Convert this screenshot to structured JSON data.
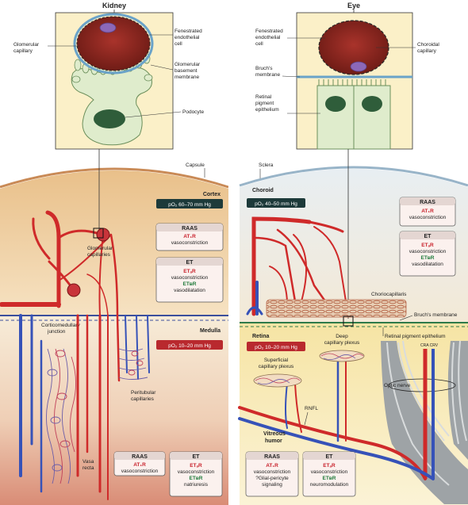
{
  "panels": {
    "kidney": {
      "title": "Kidney",
      "inset_labels": {
        "glomerular_capillary": [
          "Glomerular",
          "capillary"
        ],
        "fenestrated_endothelial": [
          "Fenestrated",
          "endothelial",
          "cell"
        ],
        "gbm": [
          "Glomerular",
          "basement",
          "membrane"
        ],
        "podocyte": "Podocyte"
      },
      "capsule": "Capsule",
      "cortex": "Cortex",
      "cortex_po2": "pO₂ 60–70 mm Hg",
      "glomerular_capillaries": [
        "Glomerular",
        "capillaries"
      ],
      "medulla": "Medulla",
      "medulla_po2": "pO₂ 10–20 mm Hg",
      "corticomedullary": [
        "Corticomedullary",
        "junction"
      ],
      "peritubular": [
        "Peritubular",
        "capillaries"
      ],
      "vasa_recta": [
        "Vasa",
        "recta"
      ],
      "cortex_boxes": {
        "raas": {
          "title": "RAAS",
          "lines": [
            [
              "AT₁R",
              "red"
            ],
            [
              "vasoconstriction",
              "dark"
            ]
          ]
        },
        "et": {
          "title": "ET",
          "lines": [
            [
              "ETₐR",
              "red"
            ],
            [
              "vasoconstriction",
              "dark"
            ],
            [
              "ETʙR",
              "green"
            ],
            [
              "vasodilatation",
              "dark"
            ]
          ]
        }
      },
      "medulla_boxes": {
        "raas": {
          "title": "RAAS",
          "lines": [
            [
              "AT₁R",
              "red"
            ],
            [
              "vasoconstriction",
              "dark"
            ]
          ]
        },
        "et": {
          "title": "ET",
          "lines": [
            [
              "ETₐR",
              "red"
            ],
            [
              "vasoconstriction",
              "dark"
            ],
            [
              "ETʙR",
              "green"
            ],
            [
              "natriuresis",
              "dark"
            ]
          ]
        }
      }
    },
    "eye": {
      "title": "Eye",
      "inset_labels": {
        "fenestrated_endothelial": [
          "Fenestrated",
          "endothelial",
          "cell"
        ],
        "choroidal_capillary": [
          "Choroidal",
          "capillary"
        ],
        "bruchs": [
          "Bruch's",
          "membrane"
        ],
        "rpe": [
          "Retinal",
          "pigment",
          "epithelium"
        ]
      },
      "sclera": "Sclera",
      "choroid": "Choroid",
      "choroid_po2": "pO₂ 40–50 mm Hg",
      "choriocapillaris": "Choriocapillaris",
      "bruchs_membrane": "Bruch's membrane",
      "rpe_label": "Retinal pigment epithelium",
      "retina": "Retina",
      "retina_po2": "pO₂ 10–20 mm Hg",
      "deep_plexus": [
        "Deep",
        "capillary plexus"
      ],
      "superficial_plexus": [
        "Superficial",
        "capillary plexus"
      ],
      "optic_nerve": "Optic nerve",
      "cra_crv": "CRA CRV",
      "rnfl": "RNFL",
      "vitreous": [
        "Vitreous",
        "humor"
      ],
      "choroid_boxes": {
        "raas": {
          "title": "RAAS",
          "lines": [
            [
              "AT₁R",
              "red"
            ],
            [
              "vasoconstriction",
              "dark"
            ]
          ]
        },
        "et": {
          "title": "ET",
          "lines": [
            [
              "ETₐR",
              "red"
            ],
            [
              "vasoconstriction",
              "dark"
            ],
            [
              "ETʙR",
              "green"
            ],
            [
              "vasodilatation",
              "dark"
            ]
          ]
        }
      },
      "retina_boxes": {
        "raas": {
          "title": "RAAS",
          "lines": [
            [
              "AT₁R",
              "red"
            ],
            [
              "vasoconstriction",
              "dark"
            ],
            [
              "?Glial-pericyte",
              "dark"
            ],
            [
              "signaling",
              "dark"
            ]
          ]
        },
        "et": {
          "title": "ET",
          "lines": [
            [
              "ETₐR",
              "red"
            ],
            [
              "vasoconstriction",
              "dark"
            ],
            [
              "ETʙR",
              "green"
            ],
            [
              "neuromodulation",
              "dark"
            ]
          ]
        }
      }
    }
  },
  "colors": {
    "cortex": "#f2d6a8",
    "medulla_top": "#f3e6cf",
    "medulla_red": "#c44b3b",
    "inset_bg": "#fbf0c8",
    "artery": "#cf2a2a",
    "vein": "#3652b8",
    "po2_cortex_box": "#b9292e",
    "po2_dark_box": "#1d3a3a",
    "text_red": "#c8202a",
    "text_green": "#1e7a3a",
    "text_dark": "#222222"
  }
}
